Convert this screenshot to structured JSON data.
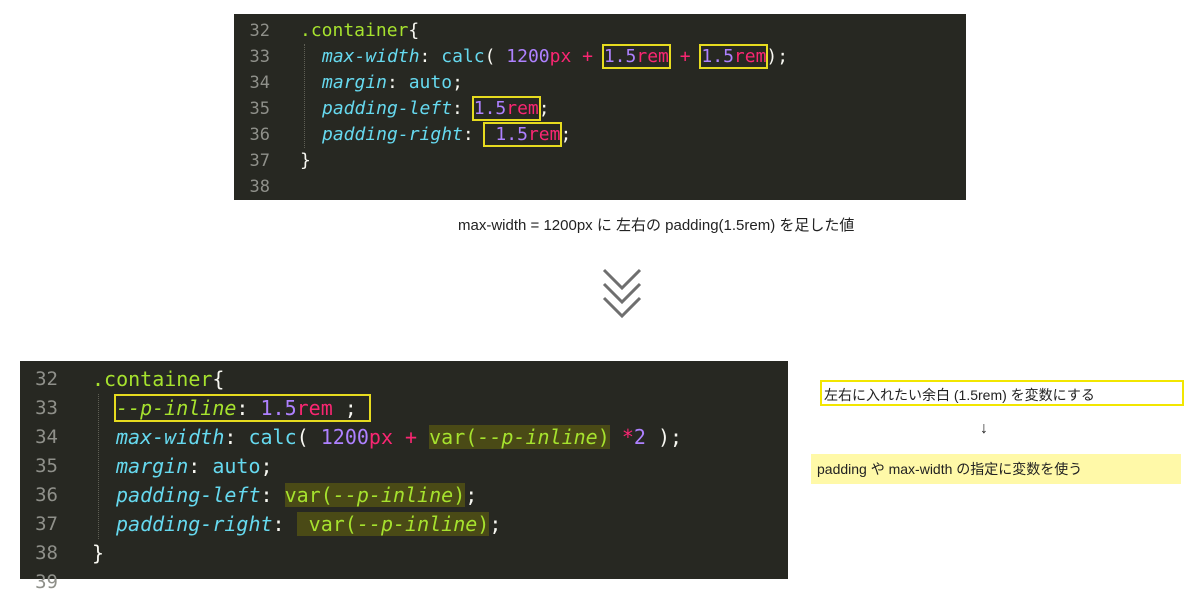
{
  "top_editor": {
    "lines": [
      {
        "num": "32",
        "tokens": [
          {
            "t": ".container",
            "c": "sel"
          },
          {
            "t": "{",
            "c": "punc"
          }
        ]
      },
      {
        "num": "33",
        "tokens": [
          {
            "t": "max-width",
            "c": "prop"
          },
          {
            "t": ": ",
            "c": "punc"
          },
          {
            "t": "calc",
            "c": "kw"
          },
          {
            "t": "( ",
            "c": "punc"
          },
          {
            "t": "1200",
            "c": "num"
          },
          {
            "t": "px",
            "c": "unit"
          },
          {
            "t": " + ",
            "c": "op"
          },
          {
            "t": "1.5",
            "c": "num",
            "box": "start"
          },
          {
            "t": "rem",
            "c": "unit",
            "box": "end"
          },
          {
            "t": " + ",
            "c": "op"
          },
          {
            "t": "1.5",
            "c": "num",
            "box": "start"
          },
          {
            "t": "rem",
            "c": "unit",
            "box": "end"
          },
          {
            "t": ");",
            "c": "punc"
          }
        ]
      },
      {
        "num": "34",
        "tokens": [
          {
            "t": "margin",
            "c": "prop"
          },
          {
            "t": ": ",
            "c": "punc"
          },
          {
            "t": "auto",
            "c": "kw"
          },
          {
            "t": ";",
            "c": "punc"
          }
        ]
      },
      {
        "num": "35",
        "tokens": [
          {
            "t": "padding-left",
            "c": "prop"
          },
          {
            "t": ": ",
            "c": "punc"
          },
          {
            "t": "1.5",
            "c": "num",
            "box": "start"
          },
          {
            "t": "rem",
            "c": "unit",
            "box": "end"
          },
          {
            "t": ";",
            "c": "punc"
          }
        ]
      },
      {
        "num": "36",
        "tokens": [
          {
            "t": "padding-right",
            "c": "prop"
          },
          {
            "t": ": ",
            "c": "punc"
          },
          {
            "t": " 1.5",
            "c": "num",
            "box": "start"
          },
          {
            "t": "rem",
            "c": "unit",
            "box": "end"
          },
          {
            "t": ";",
            "c": "punc"
          }
        ]
      },
      {
        "num": "37",
        "tokens": [
          {
            "t": "}",
            "c": "punc"
          }
        ]
      },
      {
        "num": "38",
        "tokens": []
      }
    ]
  },
  "caption": "max-width = 1200px に 左右の padding(1.5rem) を足した値",
  "chevron_icon": "double-chevron-down-icon",
  "bottom_editor": {
    "lines": [
      {
        "num": "32",
        "tokens": [
          {
            "t": ".container",
            "c": "sel"
          },
          {
            "t": "{",
            "c": "punc"
          }
        ]
      },
      {
        "num": "33",
        "tokens": [
          {
            "t": "--p-inline",
            "c": "varname",
            "box": "start"
          },
          {
            "t": ": ",
            "c": "punc"
          },
          {
            "t": "1.5",
            "c": "num"
          },
          {
            "t": "rem",
            "c": "unit"
          },
          {
            "t": " ; ",
            "c": "punc",
            "box": "end"
          }
        ]
      },
      {
        "num": "34",
        "tokens": [
          {
            "t": "max-width",
            "c": "prop"
          },
          {
            "t": ": ",
            "c": "punc"
          },
          {
            "t": "calc",
            "c": "kw"
          },
          {
            "t": "( ",
            "c": "punc"
          },
          {
            "t": "1200",
            "c": "num"
          },
          {
            "t": "px",
            "c": "unit"
          },
          {
            "t": " + ",
            "c": "op"
          },
          {
            "t": "var(",
            "c": "var",
            "hl": "start"
          },
          {
            "t": "--p-inline",
            "c": "varname"
          },
          {
            "t": ")",
            "c": "var",
            "hl": "end"
          },
          {
            "t": " ",
            "c": "punc"
          },
          {
            "t": "*",
            "c": "op"
          },
          {
            "t": "2",
            "c": "num"
          },
          {
            "t": " );",
            "c": "punc"
          }
        ]
      },
      {
        "num": "35",
        "tokens": [
          {
            "t": "margin",
            "c": "prop"
          },
          {
            "t": ": ",
            "c": "punc"
          },
          {
            "t": "auto",
            "c": "kw"
          },
          {
            "t": ";",
            "c": "punc"
          }
        ]
      },
      {
        "num": "36",
        "tokens": [
          {
            "t": "padding-left",
            "c": "prop"
          },
          {
            "t": ": ",
            "c": "punc"
          },
          {
            "t": "var(",
            "c": "var",
            "hl": "start"
          },
          {
            "t": "--p-inline",
            "c": "varname"
          },
          {
            "t": ")",
            "c": "var",
            "hl": "end"
          },
          {
            "t": ";",
            "c": "punc"
          }
        ]
      },
      {
        "num": "37",
        "tokens": [
          {
            "t": "padding-right",
            "c": "prop"
          },
          {
            "t": ": ",
            "c": "punc"
          },
          {
            "t": " var(",
            "c": "var",
            "hl": "start"
          },
          {
            "t": "--p-inline",
            "c": "varname"
          },
          {
            "t": ")",
            "c": "var",
            "hl": "end"
          },
          {
            "t": ";",
            "c": "punc"
          }
        ]
      },
      {
        "num": "38",
        "tokens": [
          {
            "t": "}",
            "c": "punc"
          }
        ]
      },
      {
        "num": "39",
        "tokens": []
      }
    ]
  },
  "notes": {
    "note1": "左右に入れたい余白 (1.5rem) を変数にする",
    "arrow": "↓",
    "note2": "padding や max-width の指定に変数を使う"
  },
  "colors": {
    "editor_bg": "#272822",
    "selector": "#a6e22e",
    "property": "#66d9ef",
    "number": "#ae81ff",
    "unit": "#f92672",
    "box_outline": "#e6db1f",
    "highlight": "#4a4a16",
    "note_bg": "#fff9a8"
  }
}
